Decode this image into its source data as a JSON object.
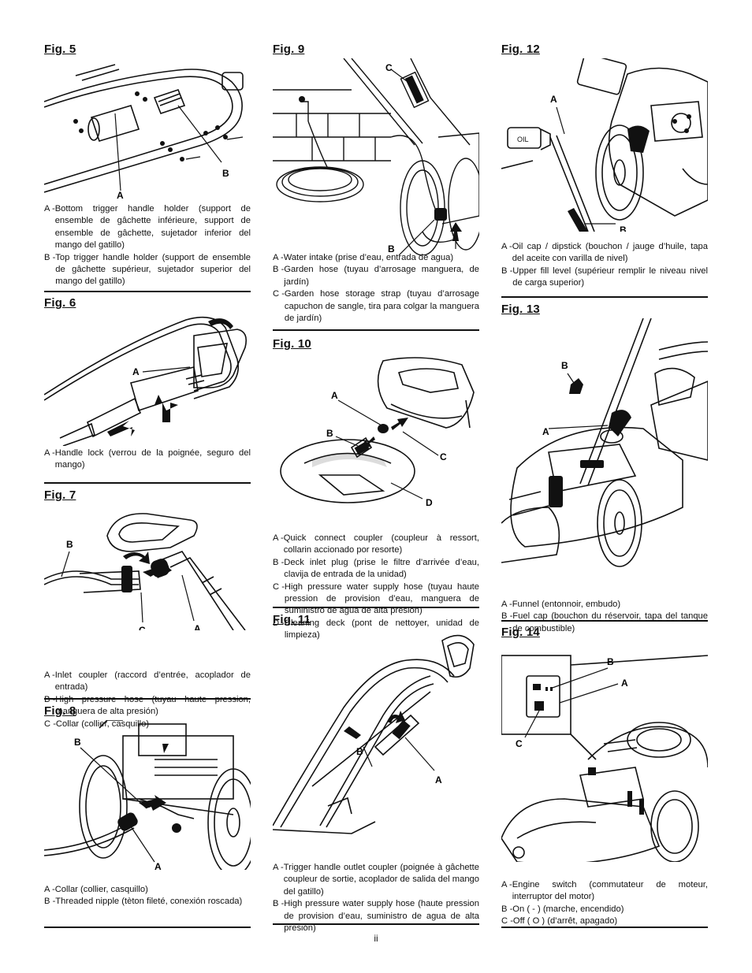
{
  "page_number": "ii",
  "figures": {
    "fig5": {
      "title": "Fig. 5",
      "labels": [
        "A",
        "B"
      ],
      "legend": [
        {
          "key": "A -",
          "text": "Bottom trigger handle holder (support de ensemble de gâchette inférieure, support de ensemble de gâchette, sujetador inferior del mango del gatillo)"
        },
        {
          "key": "B -",
          "text": "Top trigger handle holder (support de ensemble de gâchette supérieur, sujetador superior del mango del gatillo)"
        }
      ]
    },
    "fig6": {
      "title": "Fig. 6",
      "labels": [
        "A"
      ],
      "legend": [
        {
          "key": "A -",
          "text": "Handle lock (verrou de la poignée, seguro del mango)"
        }
      ]
    },
    "fig7": {
      "title": "Fig. 7",
      "labels": [
        "B",
        "C",
        "A"
      ],
      "legend": [
        {
          "key": "A -",
          "text": "Inlet coupler (raccord d’entrée, acoplador de entrada)"
        },
        {
          "key": "B -",
          "text": "High pressure hose (tuyau haute pression, manguera de alta presión)"
        },
        {
          "key": "C -",
          "text": "Collar (collier, casquillo)"
        }
      ]
    },
    "fig8": {
      "title": "Fig. 8",
      "labels": [
        "B",
        "A"
      ],
      "legend": [
        {
          "key": "A -",
          "text": "Collar (collier, casquillo)"
        },
        {
          "key": "B -",
          "text": "Threaded nipple (tèton fileté, conexión roscada)"
        }
      ]
    },
    "fig9": {
      "title": "Fig. 9",
      "labels": [
        "C",
        "B",
        "A"
      ],
      "legend": [
        {
          "key": "A -",
          "text": "Water intake (prise d’eau, entrada de agua)"
        },
        {
          "key": "B -",
          "text": "Garden hose (tuyau d’arrosage manguera, de jardín)"
        },
        {
          "key": "C -",
          "text": "Garden hose storage strap (tuyau d’arrosage capuchon de sangle, tira para colgar la manguera de jardín)"
        }
      ]
    },
    "fig10": {
      "title": "Fig. 10",
      "labels": [
        "A",
        "B",
        "C",
        "D"
      ],
      "legend": [
        {
          "key": "A -",
          "text": "Quick connect coupler (coupleur à ressort, collarin accionado por resorte)"
        },
        {
          "key": "B -",
          "text": "Deck inlet plug (prise le filtre d’arrivée d’eau, clavija de entrada de la unidad)"
        },
        {
          "key": "C -",
          "text": "High pressure water supply hose (tuyau haute pression de provision d’eau, manguera de suministro de agua de alta presión)"
        },
        {
          "key": "D -",
          "text": "Cleaning deck (pont de nettoyer, unidad de limpieza)"
        }
      ]
    },
    "fig11": {
      "title": "Fig. 11",
      "labels": [
        "B",
        "A"
      ],
      "legend": [
        {
          "key": "A -",
          "text": "Trigger handle outlet coupler (poignée à gâchette coupleur de sortie, acoplador de salida del mango del gatillo)"
        },
        {
          "key": "B -",
          "text": "High pressure water supply hose (haute pression de provision d’eau, suministro de agua de alta presión)"
        }
      ]
    },
    "fig12": {
      "title": "Fig. 12",
      "labels": [
        "A",
        "B"
      ],
      "cap_text": "OIL",
      "legend": [
        {
          "key": "A -",
          "text": "Oil cap / dipstick (bouchon / jauge d’huile, tapa del aceite con varilla de nivel)"
        },
        {
          "key": "B -",
          "text": "Upper fill level (supérieur remplir le niveau nivel de carga superior)"
        }
      ]
    },
    "fig13": {
      "title": "Fig. 13",
      "labels": [
        "B",
        "A"
      ],
      "legend": [
        {
          "key": "A -",
          "text": "Funnel (entonnoir, embudo)"
        },
        {
          "key": "B -",
          "text": "Fuel cap (bouchon du réservoir, tapa del tanque de combustible)"
        }
      ]
    },
    "fig14": {
      "title": "Fig. 14",
      "labels": [
        "B",
        "A",
        "C"
      ],
      "legend": [
        {
          "key": "A -",
          "text": "Engine switch (commutateur de moteur, interruptor del motor)"
        },
        {
          "key": "B -",
          "text": "On ( - ) (marche, encendido)"
        },
        {
          "key": "C -",
          "text": "Off ( O ) (d’arrêt, apagado)"
        }
      ]
    }
  }
}
